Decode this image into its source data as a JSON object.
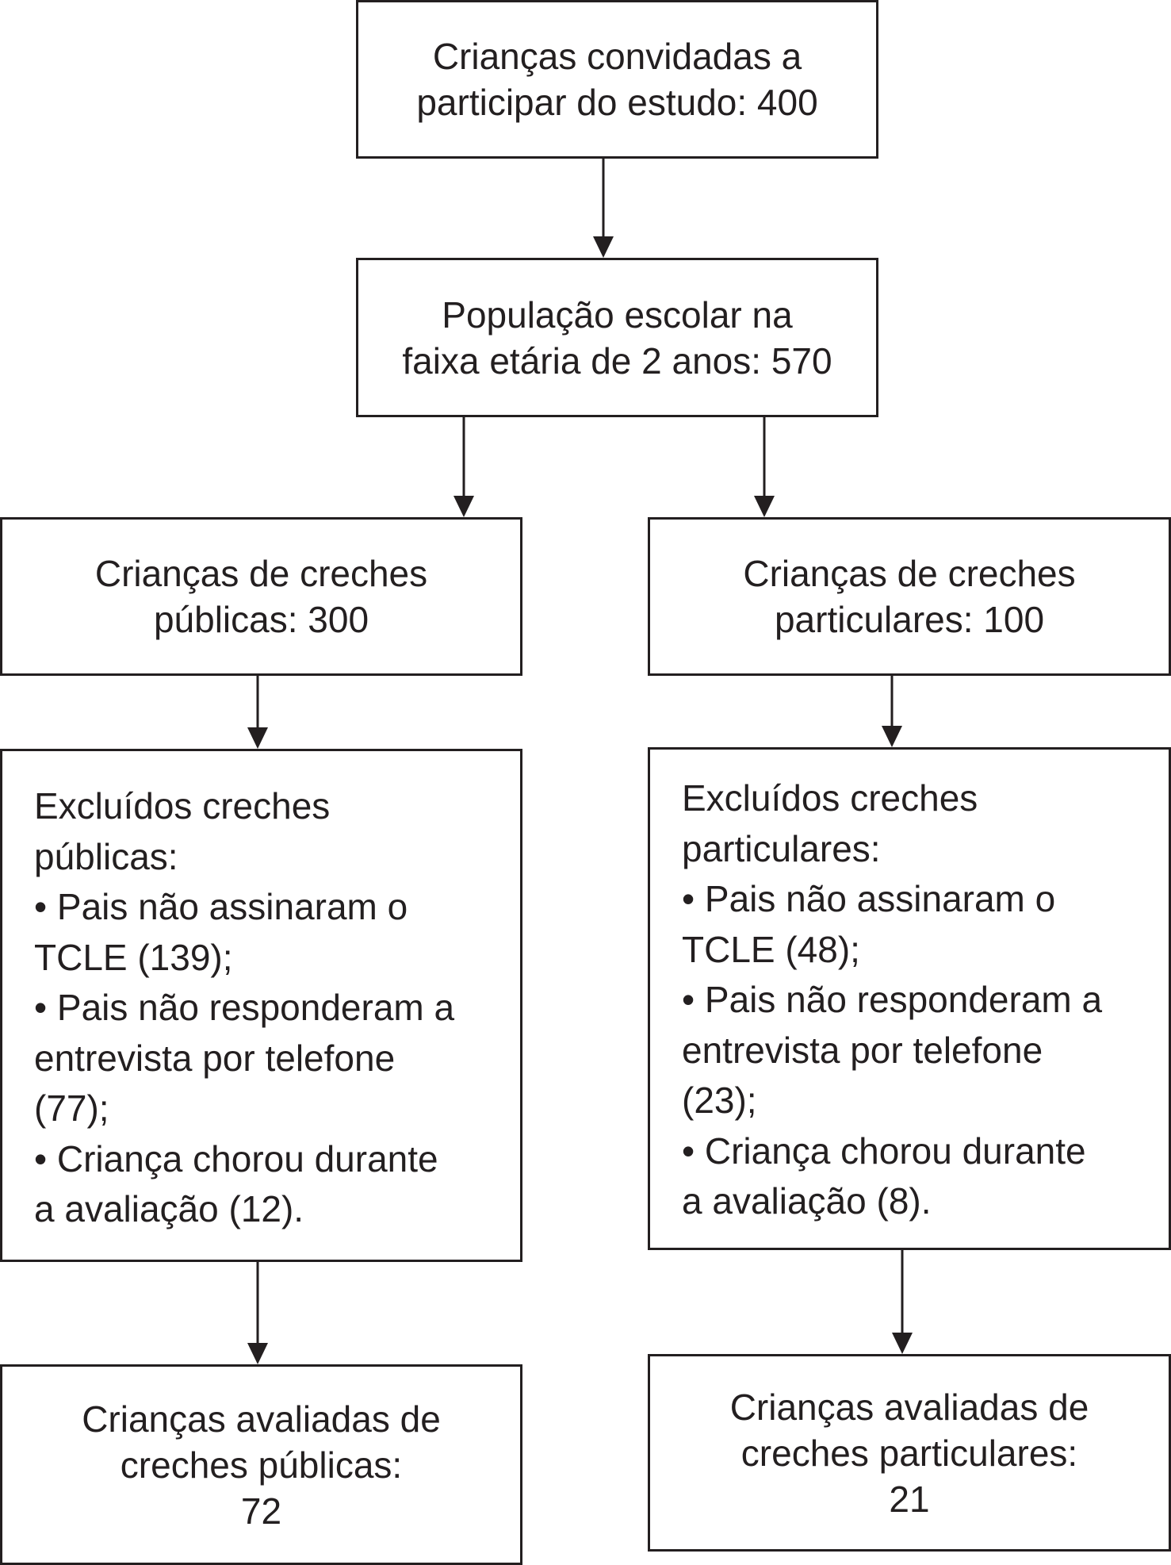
{
  "diagram": {
    "boxes": {
      "invited": {
        "lines": [
          "Crianças convidadas a",
          "participar do estudo: 400"
        ]
      },
      "population": {
        "lines": [
          "População escolar na",
          "faixa etária de 2 anos: 570"
        ]
      },
      "public": {
        "lines": [
          "Crianças de creches",
          "públicas: 300"
        ]
      },
      "private": {
        "lines": [
          "Crianças de creches",
          "particulares: 100"
        ]
      },
      "excluded_public": {
        "lines": [
          "Excluídos creches",
          "públicas:",
          "• Pais não assinaram o",
          "TCLE (139);",
          "• Pais não responderam a",
          "entrevista por telefone",
          "(77);",
          "• Criança chorou durante",
          "a avaliação (12)."
        ]
      },
      "excluded_private": {
        "lines": [
          "Excluídos creches",
          "particulares:",
          "• Pais não assinaram o",
          "TCLE (48);",
          "• Pais não responderam a",
          "entrevista por telefone",
          "(23);",
          "• Criança chorou durante",
          "a avaliação (8)."
        ]
      },
      "evaluated_public": {
        "lines": [
          "Crianças avaliadas de",
          "creches públicas:",
          "72"
        ]
      },
      "evaluated_private": {
        "lines": [
          "Crianças avaliadas de",
          "creches particulares:",
          "21"
        ]
      }
    },
    "edges": [
      {
        "from": "invited",
        "to": "population"
      },
      {
        "from": "population",
        "to": "public"
      },
      {
        "from": "population",
        "to": "private"
      },
      {
        "from": "public",
        "to": "excluded_public"
      },
      {
        "from": "private",
        "to": "excluded_private"
      },
      {
        "from": "excluded_public",
        "to": "evaluated_public"
      },
      {
        "from": "excluded_private",
        "to": "evaluated_private"
      }
    ]
  }
}
